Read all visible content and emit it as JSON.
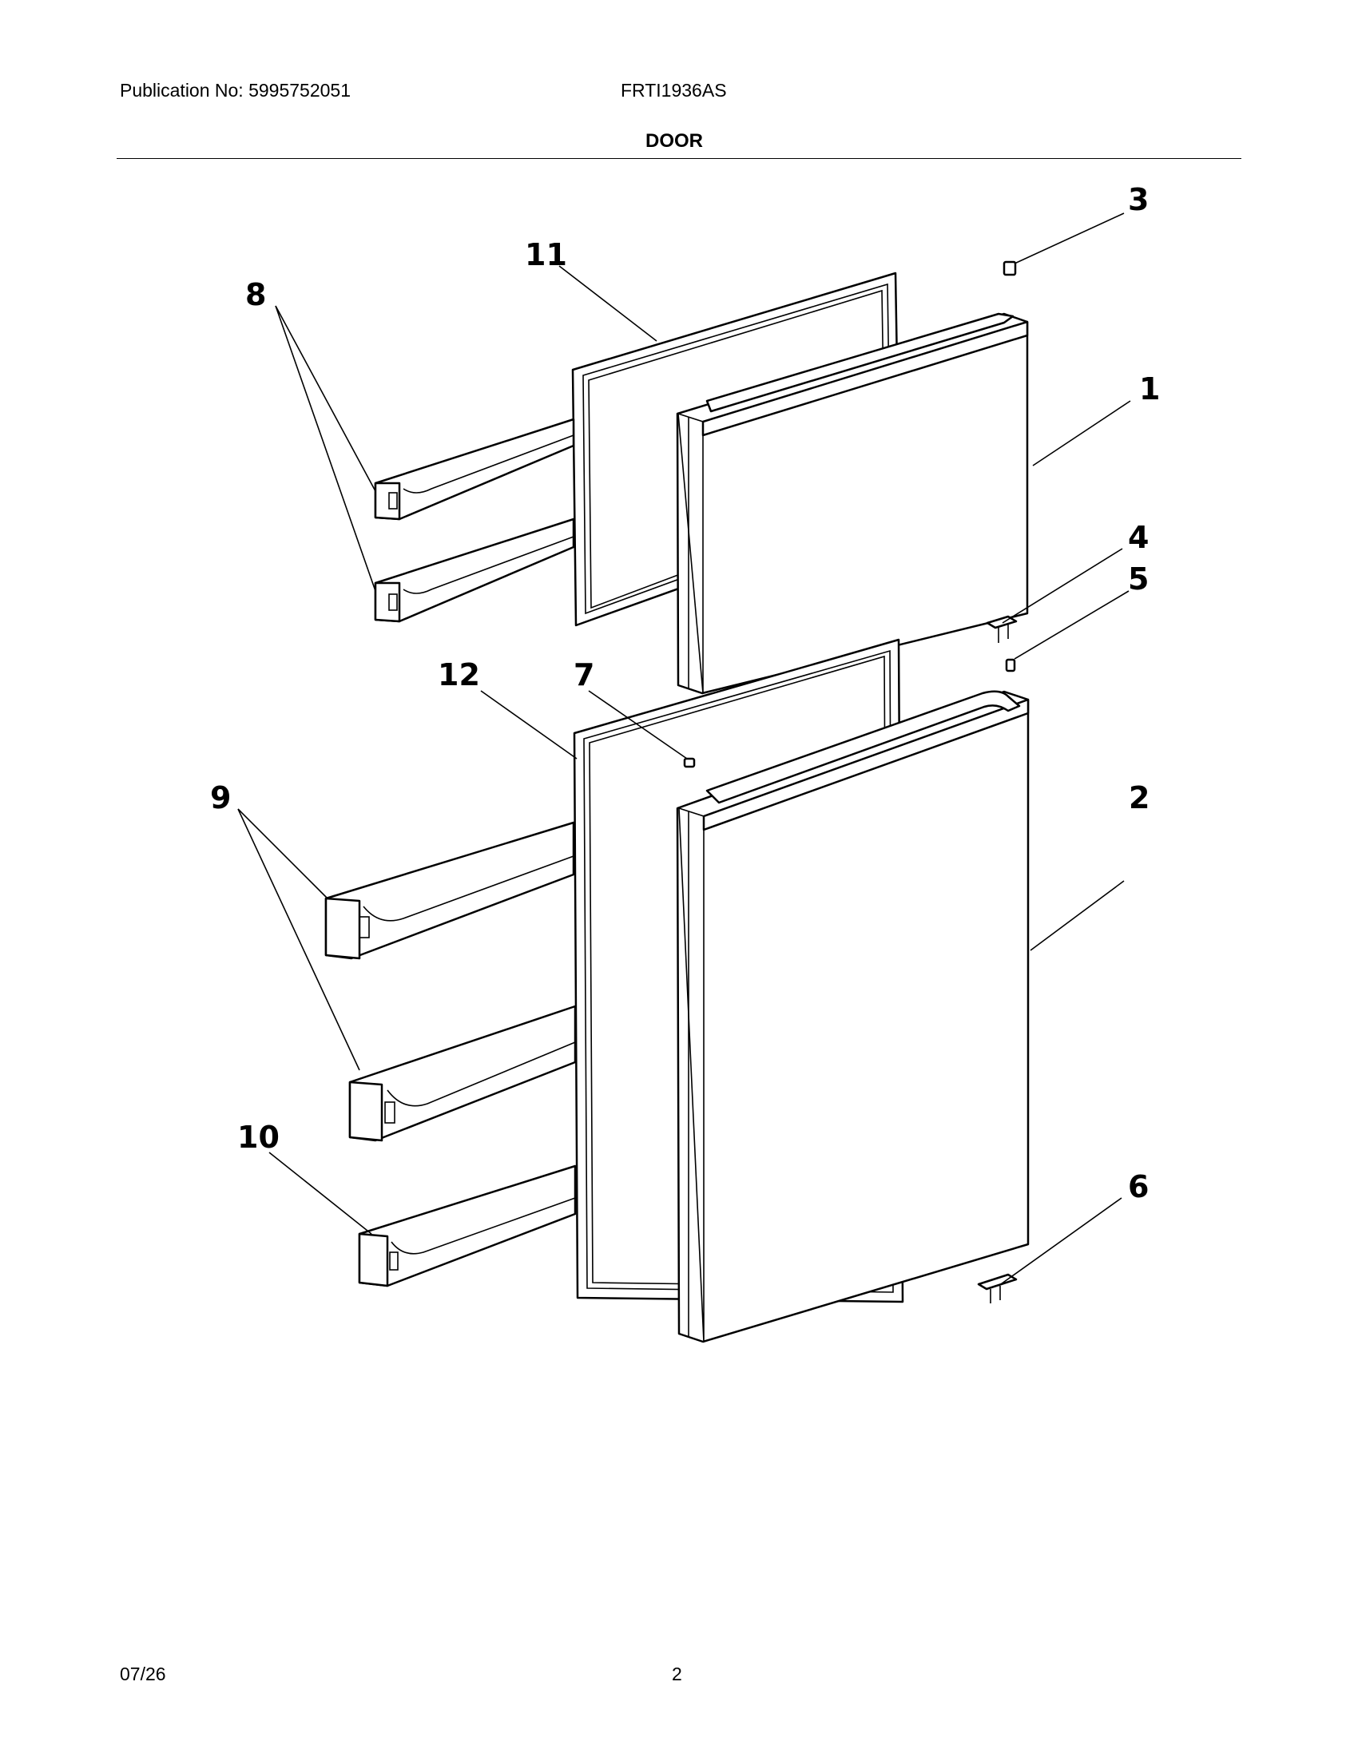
{
  "header": {
    "publication": "Publication No: 5995752051",
    "model": "FRTI1936AS",
    "section_title": "DOOR"
  },
  "footer": {
    "date": "07/26",
    "page_number": "2"
  },
  "callouts": [
    "1",
    "2",
    "3",
    "4",
    "5",
    "6",
    "7",
    "8",
    "9",
    "10",
    "11",
    "12"
  ]
}
